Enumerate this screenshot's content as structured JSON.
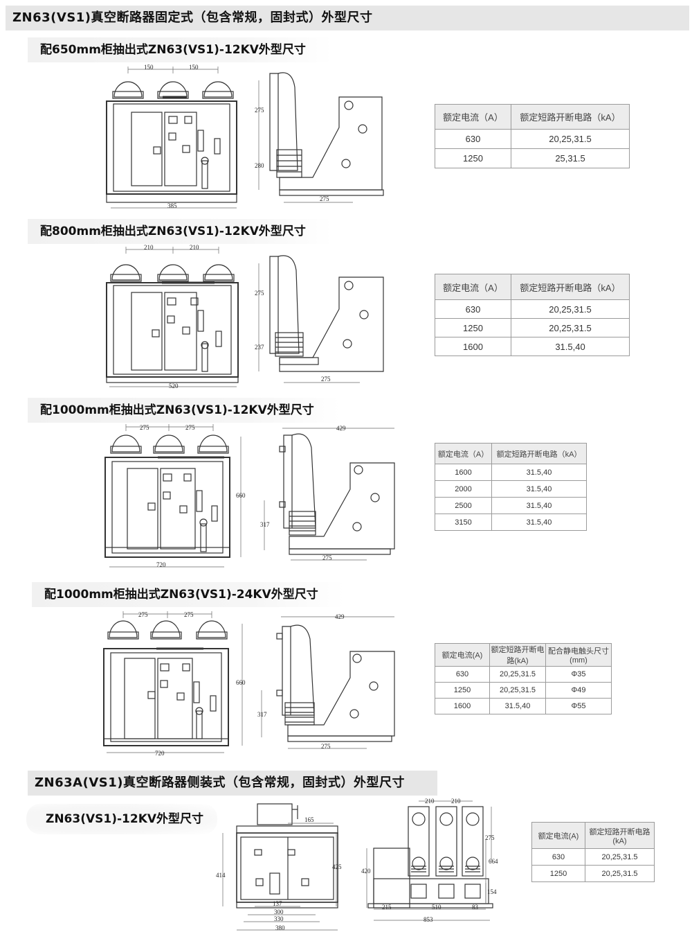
{
  "title_main": "ZN63(VS1)真空断路器固定式（包含常规，固封式）外型尺寸",
  "title_side": "ZN63A(VS1)真空断路器侧装式（包含常规，固封式）外型尺寸",
  "sections": [
    {
      "heading": "配650mm柜抽出式ZN63(VS1)-12KV外型尺寸",
      "front_dims": [
        "150",
        "150",
        "385"
      ],
      "side_dims": [
        "275",
        "280",
        "275"
      ],
      "table": {
        "headers": [
          "额定电流（A）",
          "额定短路开断电路（kA）"
        ],
        "rows": [
          [
            "630",
            "20,25,31.5"
          ],
          [
            "1250",
            "25,31.5"
          ]
        ]
      }
    },
    {
      "heading": "配800mm柜抽出式ZN63(VS1)-12KV外型尺寸",
      "front_dims": [
        "210",
        "210",
        "520"
      ],
      "side_dims": [
        "275",
        "237",
        "275"
      ],
      "table": {
        "headers": [
          "额定电流（A）",
          "额定短路开断电路（kA）"
        ],
        "rows": [
          [
            "630",
            "20,25,31.5"
          ],
          [
            "1250",
            "20,25,31.5"
          ],
          [
            "1600",
            "31.5,40"
          ]
        ]
      }
    },
    {
      "heading": "配1000mm柜抽出式ZN63(VS1)-12KV外型尺寸",
      "front_dims": [
        "275",
        "275",
        "720",
        "660"
      ],
      "side_dims": [
        "429",
        "317",
        "275"
      ],
      "table": {
        "headers": [
          "额定电流（A）",
          "额定短路开断电路（kA）"
        ],
        "rows": [
          [
            "1600",
            "31.5,40"
          ],
          [
            "2000",
            "31.5,40"
          ],
          [
            "2500",
            "31.5,40"
          ],
          [
            "3150",
            "31.5,40"
          ]
        ]
      }
    },
    {
      "heading": "配1000mm柜抽出式ZN63(VS1)-24KV外型尺寸",
      "front_dims": [
        "275",
        "275",
        "720",
        "660"
      ],
      "side_dims": [
        "429",
        "317",
        "275"
      ],
      "table": {
        "headers": [
          "额定电流(A)",
          "额定短路开断电路(kA)",
          "配合静电触头尺寸(mm)"
        ],
        "rows": [
          [
            "630",
            "20,25,31.5",
            "Φ35"
          ],
          [
            "1250",
            "20,25,31.5",
            "Φ49"
          ],
          [
            "1600",
            "31.5,40",
            "Φ55"
          ]
        ]
      }
    }
  ],
  "side_section": {
    "heading": "ZN63(VS1)-12KV外型尺寸",
    "front_dims": [
      "165",
      "414",
      "425",
      "137",
      "300",
      "330",
      "380"
    ],
    "side_dims": [
      "210",
      "210",
      "275",
      "664",
      "420",
      "154",
      "215",
      "510",
      "83",
      "853"
    ],
    "table": {
      "headers": [
        "额定电流(A)",
        "额定短路开断电路(kA)"
      ],
      "rows": [
        [
          "630",
          "20,25,31.5"
        ],
        [
          "1250",
          "20,25,31.5"
        ]
      ]
    }
  }
}
